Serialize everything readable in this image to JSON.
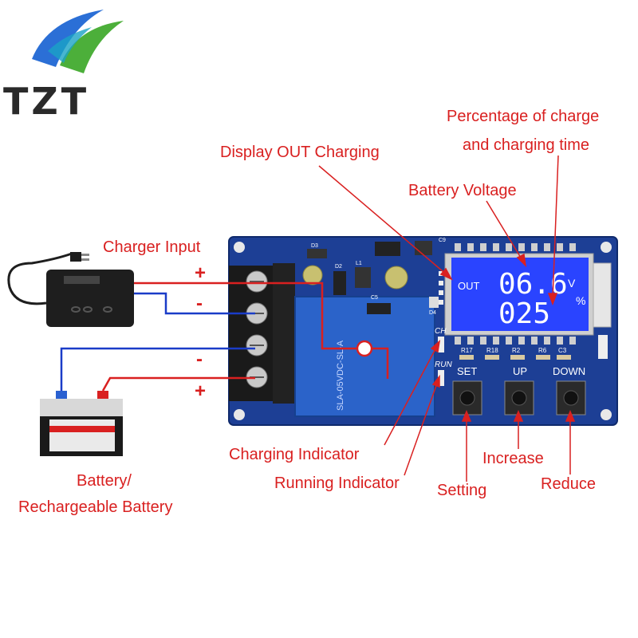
{
  "brand": {
    "logo_text": "TZT"
  },
  "board": {
    "lcd_label_out": "OUT",
    "lcd_voltage": "06.6",
    "lcd_voltage_unit": "V",
    "lcd_percent": "025",
    "lcd_percent_unit": "%",
    "led_ch": "CH",
    "led_run": "RUN",
    "relay_text": "SLA-05VDC-SL-A",
    "btn_set": "SET",
    "btn_up": "UP",
    "btn_down": "DOWN",
    "ref_r17": "R17",
    "ref_r18": "R18",
    "ref_r2": "R2",
    "ref_r6": "R6",
    "ref_c3": "C3",
    "ref_d3": "D3",
    "ref_d2": "D2",
    "ref_d4": "D4",
    "ref_l1": "L1",
    "ref_c5": "C5",
    "ref_c9": "C9"
  },
  "labels": {
    "percentage_line1": "Percentage of charge",
    "percentage_line2": "and charging time",
    "display_out": "Display OUT Charging",
    "battery_voltage": "Battery Voltage",
    "charger_input": "Charger Input",
    "plus_top": "+",
    "minus_1": "-",
    "minus_2": "-",
    "plus_bottom": "+",
    "charging_indicator": "Charging Indicator",
    "running_indicator": "Running Indicator",
    "setting": "Setting",
    "increase": "Increase",
    "reduce": "Reduce",
    "battery_line1": "Battery/",
    "battery_line2": "Rechargeable Battery"
  },
  "colors": {
    "label_red": "#d92020",
    "wire_blue": "#1a3cc8",
    "pcb_blue": "#1d3f95",
    "lcd_blue": "#2a44ff"
  }
}
